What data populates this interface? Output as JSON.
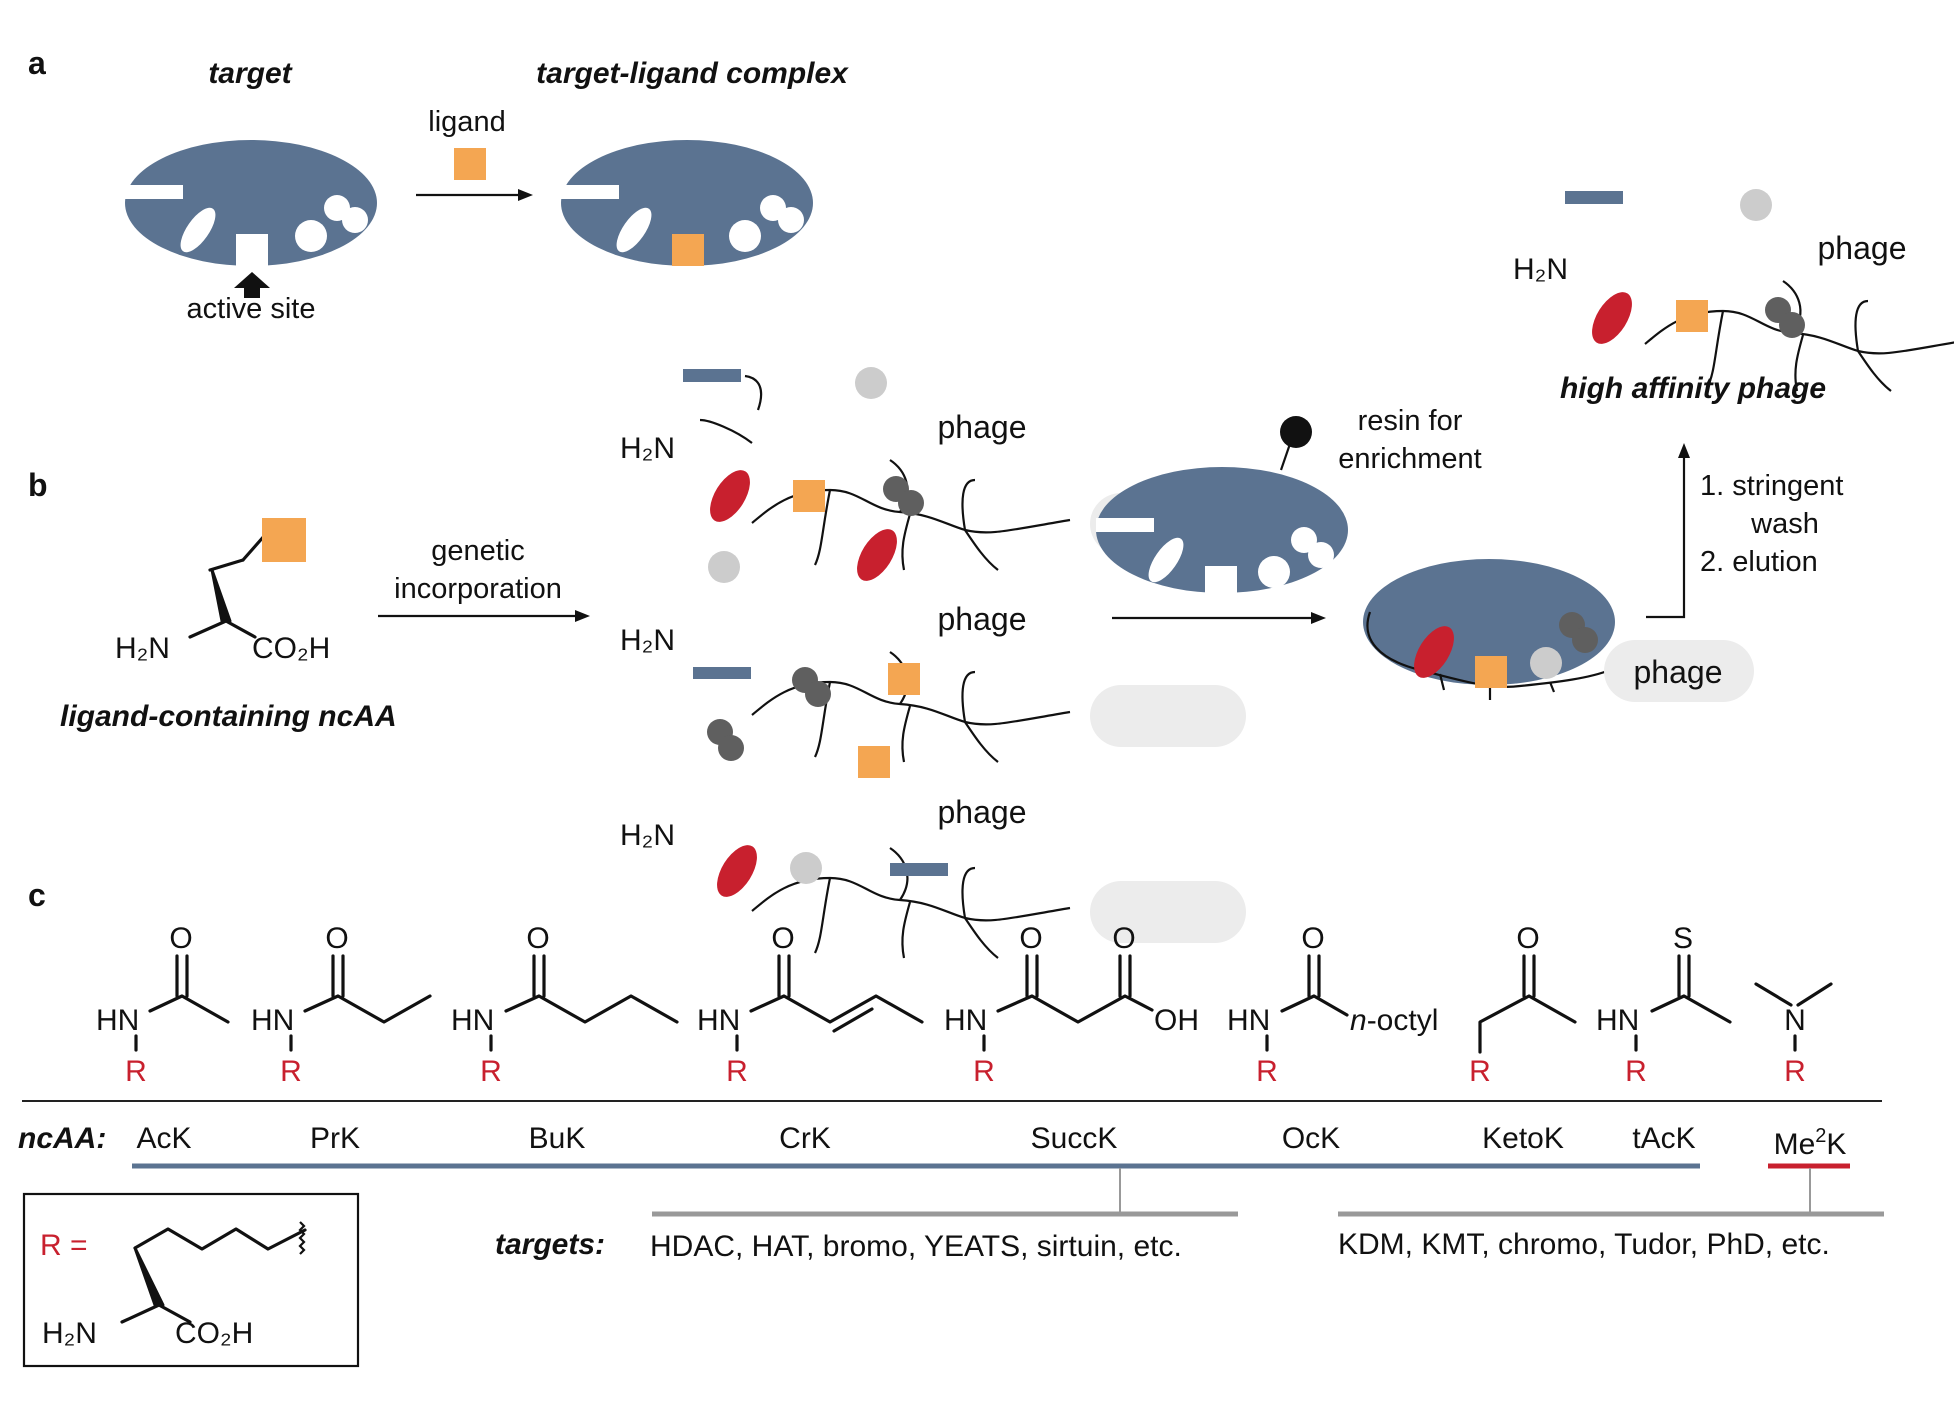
{
  "panel_a": {
    "letter": "a",
    "target_title": "target",
    "complex_title": "target-ligand complex",
    "ligand_label": "ligand",
    "active_site_label": "active site"
  },
  "panel_b": {
    "letter": "b",
    "amine": "H₂N",
    "acid": "CO₂H",
    "ncaa_caption": "ligand-containing ncAA",
    "step_line1": "genetic",
    "step_line2": "incorporation",
    "phage_label": "phage",
    "resin_line1": "resin for",
    "resin_line2": "enrichment",
    "wash_line1": "1. stringent",
    "wash_line2": "wash",
    "wash_line3": "2. elution",
    "high_affinity_caption": "high affinity phage"
  },
  "panel_c": {
    "letter": "c",
    "O": "O",
    "S": "S",
    "N": "N",
    "HN": "HN",
    "R": "R",
    "OH": "OH",
    "octyl_prefix": "n",
    "octyl_suffix": "-octyl",
    "ncaa_label": "ncAA:",
    "ncaa_names": [
      "AcK",
      "PrK",
      "BuK",
      "CrK",
      "SuccK",
      "OcK",
      "KetoK",
      "tAcK"
    ],
    "me2k_pre": "Me",
    "me2k_sup": "2",
    "me2k_post": "K",
    "targets_label": "targets:",
    "targets_left": "HDAC, HAT, bromo, YEATS, sirtuin, etc.",
    "targets_right": "KDM, KMT, chromo, Tudor, PhD, etc.",
    "r_def": "R =",
    "amine": "H₂N",
    "acid": "CO₂H"
  },
  "colors": {
    "protein": "#5b7391",
    "ligand": "#f4a652",
    "red_group": "#c8202e",
    "dark_gray_group": "#5f5f5f",
    "light_gray_group": "#cccccc",
    "phage_bubble": "#ececec",
    "divider": "#999999"
  }
}
